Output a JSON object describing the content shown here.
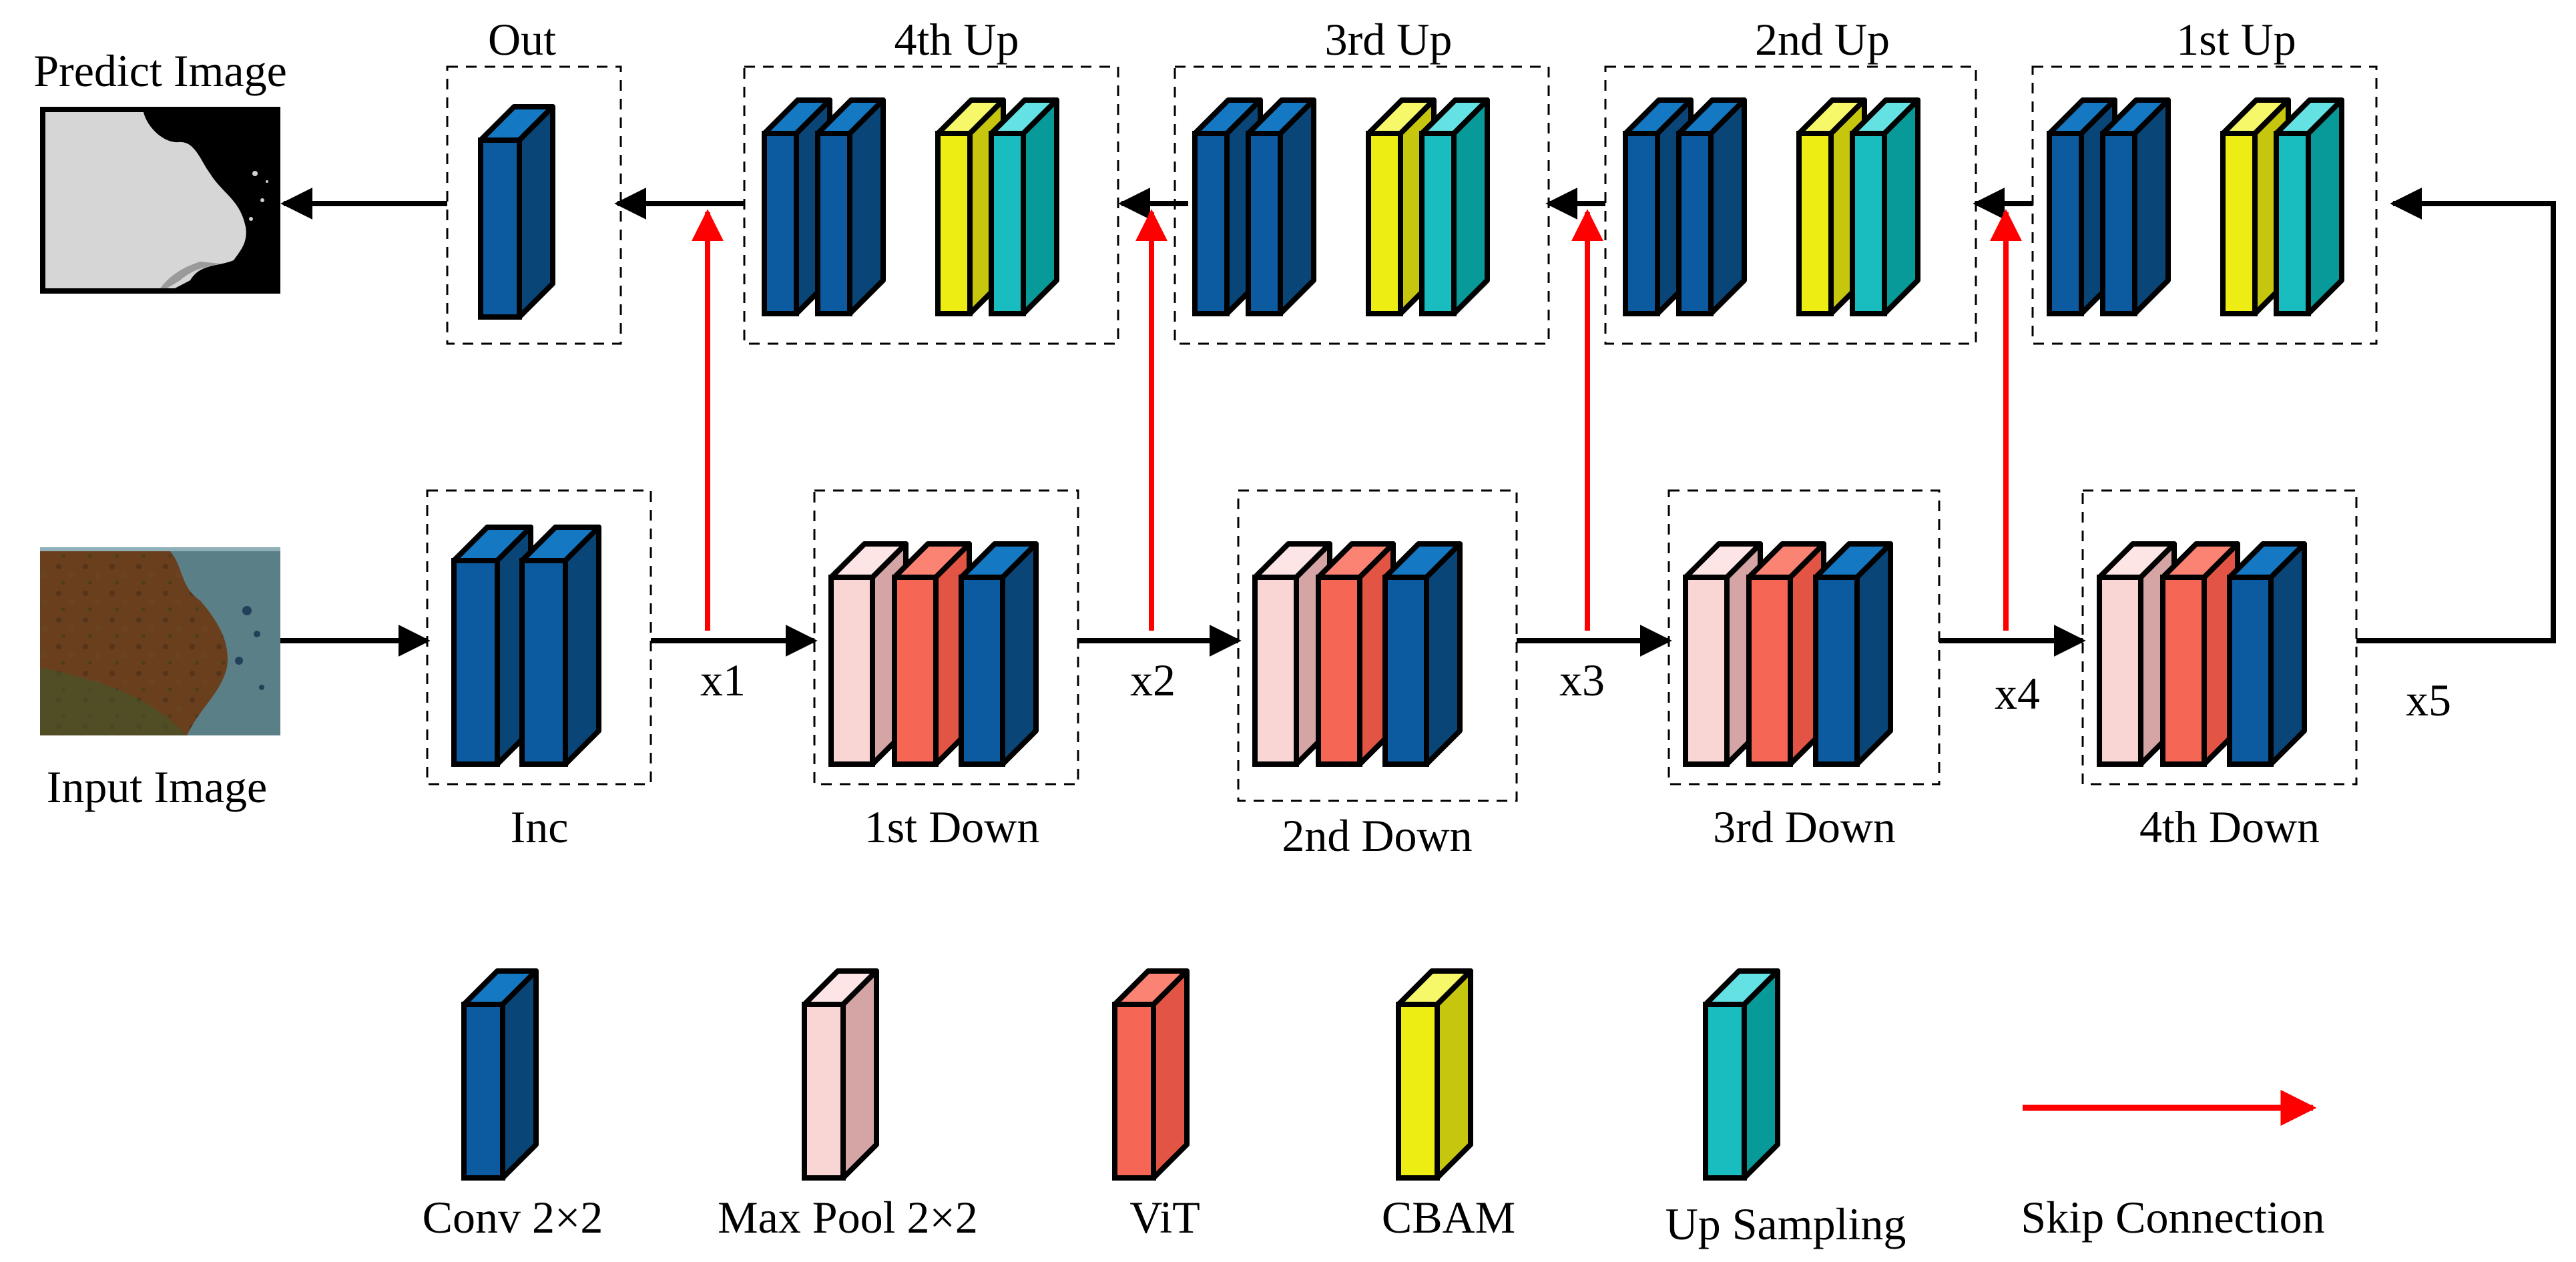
{
  "colors": {
    "conv": {
      "front": "#0c5aa0",
      "side": "#0a4577",
      "top": "#1478c3"
    },
    "maxpool": {
      "front": "#f9d6d4",
      "side": "#d5a5a6",
      "top": "#fce5e4"
    },
    "vit": {
      "front": "#f66655",
      "side": "#e25444",
      "top": "#fb8374"
    },
    "cbam": {
      "front": "#eded14",
      "side": "#c6c60f",
      "top": "#f7f76a"
    },
    "upsampling": {
      "front": "#19bcbf",
      "side": "#089a98",
      "top": "#64e1e3"
    },
    "skip_arrow": "#ff0000",
    "flow_arrow": "#000000"
  },
  "image_labels": {
    "predict": "Predict Image",
    "input": "Input Image"
  },
  "module_labels": {
    "out": "Out",
    "up4": "4th Up",
    "up3": "3rd Up",
    "up2": "2nd Up",
    "up1": "1st Up",
    "inc": "Inc",
    "down1": "1st Down",
    "down2": "2nd Down",
    "down3": "3rd Down",
    "down4": "4th Down"
  },
  "feature_labels": {
    "x1": "x1",
    "x2": "x2",
    "x3": "x3",
    "x4": "x4",
    "x5": "x5"
  },
  "legend": {
    "conv": "Conv 2×2",
    "maxpool": "Max Pool 2×2",
    "vit": "ViT",
    "cbam": "CBAM",
    "upsampling": "Up Sampling",
    "skip": "Skip Connection"
  }
}
